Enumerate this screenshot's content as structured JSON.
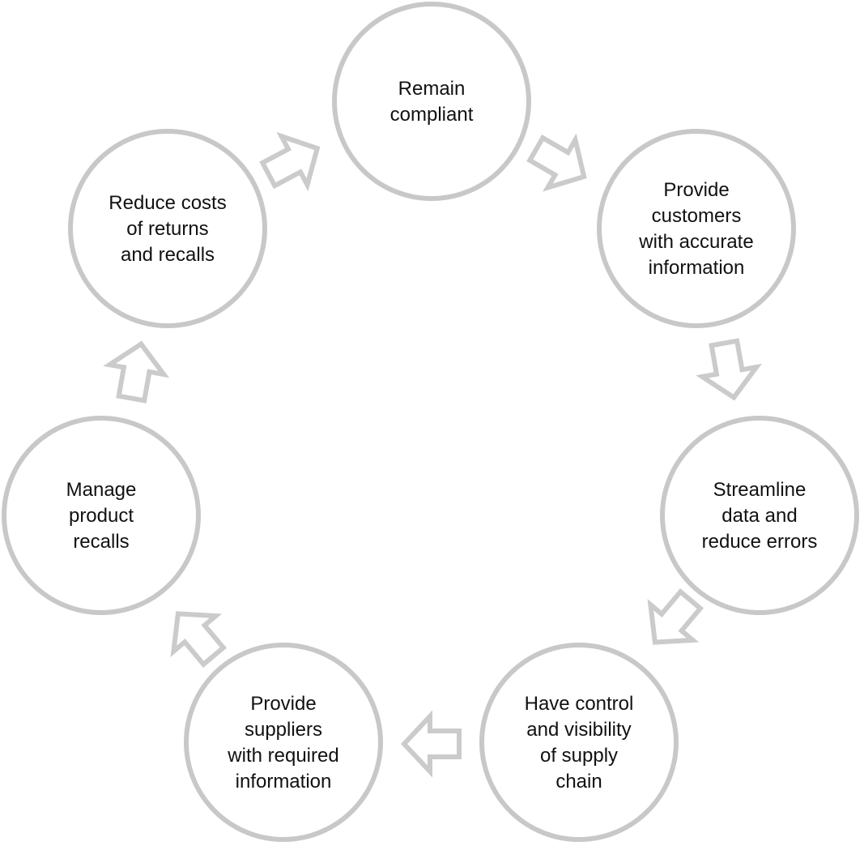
{
  "diagram": {
    "type": "cycle",
    "colors": {
      "circle_stroke": "#c8c8c8",
      "arrow_stroke": "#cbcbcb",
      "text": "#111111"
    },
    "nodes": [
      {
        "id": "remain-compliant",
        "lines": [
          "Remain",
          "compliant"
        ]
      },
      {
        "id": "provide-customers",
        "lines": [
          "Provide",
          "customers",
          "with accurate",
          "information"
        ]
      },
      {
        "id": "streamline-data",
        "lines": [
          "Streamline",
          "data and",
          "reduce errors"
        ]
      },
      {
        "id": "control-visibility",
        "lines": [
          "Have control",
          "and visibility",
          "of supply",
          "chain"
        ]
      },
      {
        "id": "provide-suppliers",
        "lines": [
          "Provide",
          "suppliers",
          "with required",
          "information"
        ]
      },
      {
        "id": "manage-recalls",
        "lines": [
          "Manage",
          "product",
          "recalls"
        ]
      },
      {
        "id": "reduce-costs",
        "lines": [
          "Reduce costs",
          "of returns",
          "and recalls"
        ]
      }
    ]
  }
}
